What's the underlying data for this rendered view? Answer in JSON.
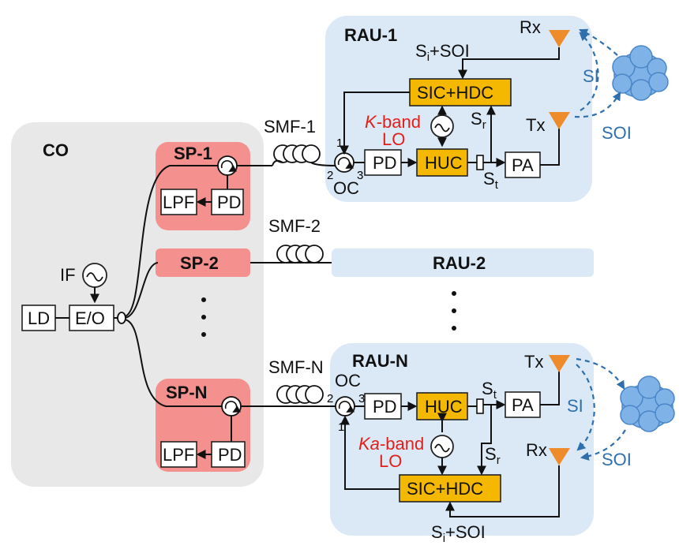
{
  "colors": {
    "co_bg": "#e8e8e8",
    "sp_bg": "#f4908e",
    "rau_bg": "#dbe9f6",
    "converter": "#f5b800",
    "antenna": "#ee8b2a",
    "cloud": "#7fb3e8",
    "signal_blue": "#2e6fad",
    "lo_red": "#e0201b"
  },
  "co": {
    "label": "CO",
    "laser": "LD",
    "modulator": "E/O",
    "source": "IF"
  },
  "sps": [
    {
      "label": "SP-1",
      "lpf": "LPF",
      "pd": "PD"
    },
    {
      "label": "SP-2"
    },
    {
      "label": "SP-N",
      "lpf": "LPF",
      "pd": "PD"
    }
  ],
  "fibers": [
    "SMF-1",
    "SMF-2",
    "SMF-N"
  ],
  "rau1": {
    "label": "RAU-1",
    "sic": "SIC+HDC",
    "huc": "HUC",
    "pd": "PD",
    "pa": "PA",
    "lo_band_italic": "K",
    "lo_band_rest": "-band",
    "lo": "LO",
    "oc": "OC",
    "ports": [
      "1",
      "2",
      "3"
    ],
    "rx": "Rx",
    "tx": "Tx",
    "si_sub": "i",
    "soi": "+SOI",
    "sr_sub": "r",
    "st_sub": "t",
    "s": "S",
    "si_label": "SI",
    "soi_label": "SOI"
  },
  "rau2": {
    "label": "RAU-2"
  },
  "raun": {
    "label": "RAU-N",
    "sic": "SIC+HDC",
    "huc": "HUC",
    "pd": "PD",
    "pa": "PA",
    "lo_band_italic": "Ka",
    "lo_band_rest": "-band",
    "lo": "LO",
    "oc": "OC",
    "ports": [
      "2",
      "3",
      "1"
    ],
    "rx": "Rx",
    "tx": "Tx",
    "si_sub": "i",
    "soi": "+SOI",
    "sr_sub": "r",
    "st_sub": "t",
    "s": "S",
    "si_label": "SI",
    "soi_label": "SOI"
  },
  "ellipsis_dot": "."
}
